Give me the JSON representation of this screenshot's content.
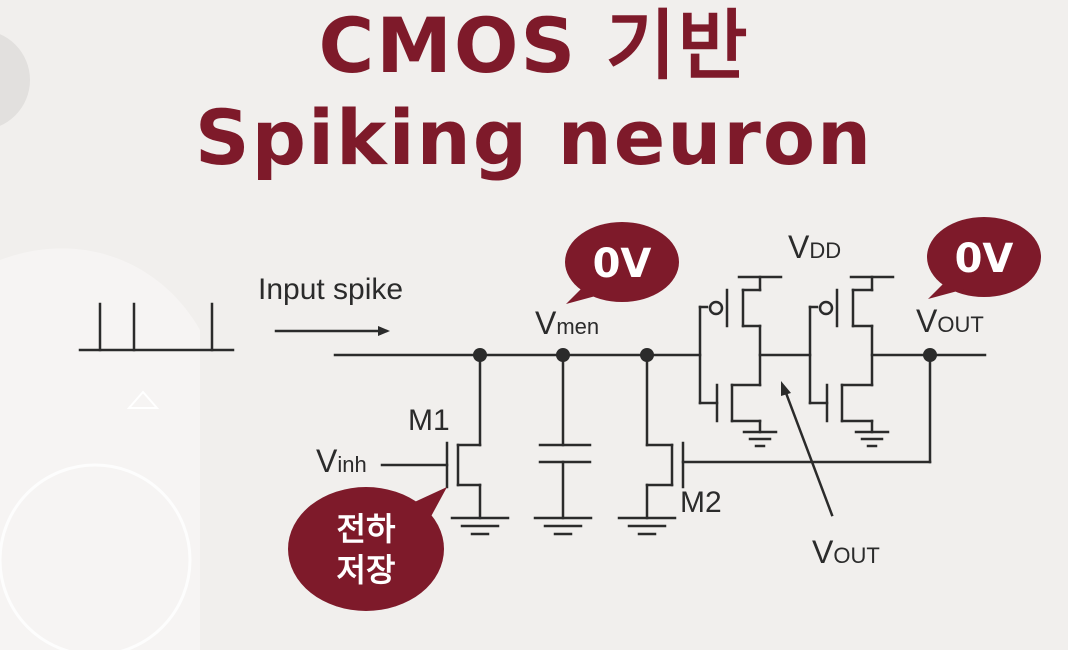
{
  "title": {
    "line1": "CMOS 기반",
    "line2": "Spiking neuron"
  },
  "labels": {
    "input_spike": "Input spike",
    "vmen_main": "V",
    "vmen_sub": "men",
    "vdd_main": "V",
    "vdd_sub": "DD",
    "vout_top_main": "V",
    "vout_top_sub": "OUT",
    "vout_bottom_main": "V",
    "vout_bottom_sub": "OUT",
    "vinh_main": "V",
    "vinh_sub": "inh",
    "m1": "M1",
    "m2": "M2"
  },
  "bubbles": {
    "vmen_value": "0V",
    "vout_value": "0V",
    "charge_line1": "전하",
    "charge_line2": "저장"
  },
  "colors": {
    "accent": "#7e1a2a",
    "wire": "#2b2b2b",
    "background": "#f1efed"
  }
}
